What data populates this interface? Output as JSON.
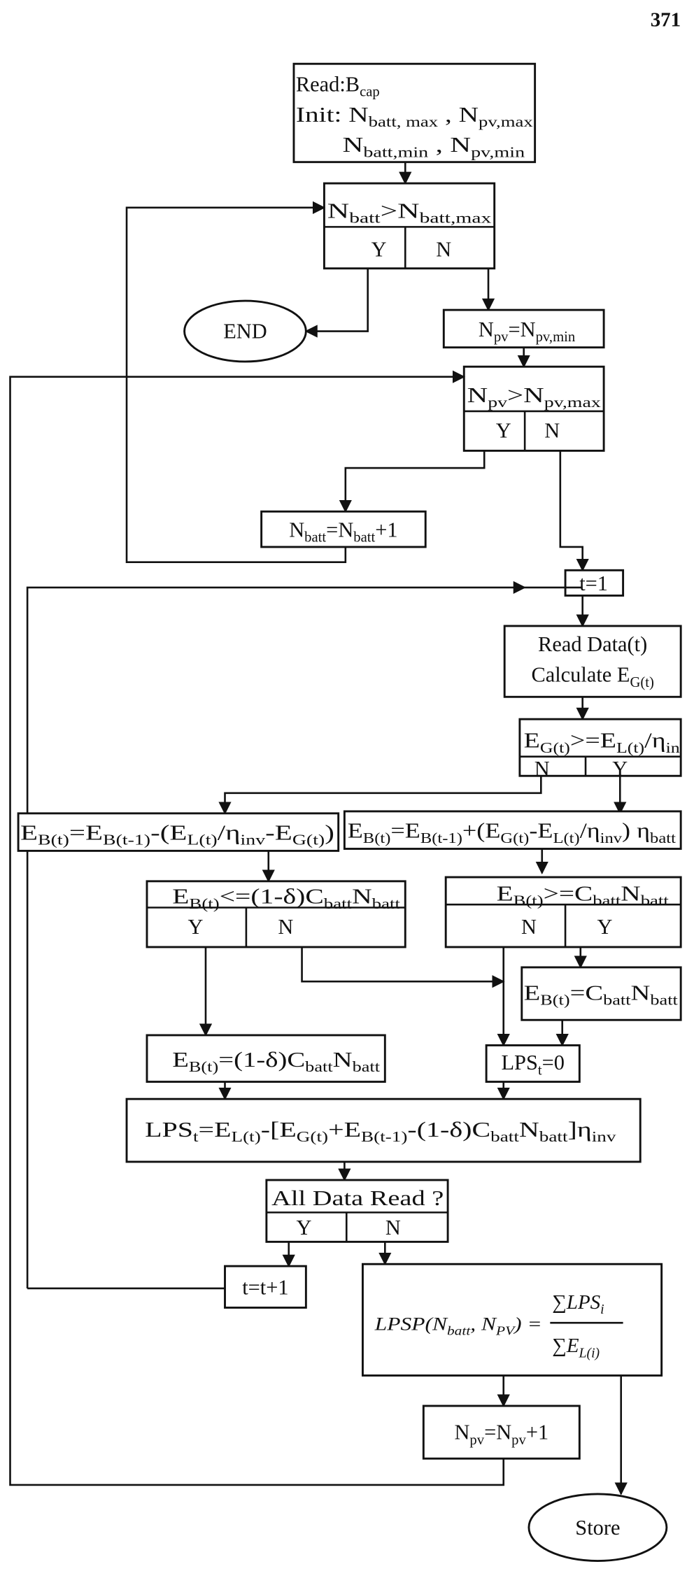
{
  "page_number": "371",
  "start": {
    "line1": [
      [
        "Read:B",
        ""
      ],
      [
        "cap",
        "s"
      ]
    ],
    "line2": [
      [
        "Init: N",
        ""
      ],
      [
        "batt, max",
        "s"
      ],
      [
        " , N",
        ""
      ],
      [
        "pv,max",
        "s"
      ]
    ],
    "line3": [
      [
        "N",
        ""
      ],
      [
        "batt,min",
        "s"
      ],
      [
        " , N",
        ""
      ],
      [
        "pv,min",
        "s"
      ]
    ]
  },
  "decision_batt": {
    "cond": [
      [
        "N",
        ""
      ],
      [
        "batt",
        "s"
      ],
      [
        ">N",
        ""
      ],
      [
        "batt,max",
        "s"
      ]
    ],
    "yes": "Y",
    "no": "N"
  },
  "end": "END",
  "npv_init": [
    [
      "N",
      ""
    ],
    [
      "pv",
      "s"
    ],
    [
      "=N",
      ""
    ],
    [
      "pv,min",
      "s"
    ]
  ],
  "decision_pv": {
    "cond": [
      [
        "N",
        ""
      ],
      [
        "pv",
        "s"
      ],
      [
        ">N",
        ""
      ],
      [
        "pv,max",
        "s"
      ]
    ],
    "yes": "Y",
    "no": "N"
  },
  "nbatt_inc": [
    [
      "N",
      ""
    ],
    [
      "batt",
      "s"
    ],
    [
      "=N",
      ""
    ],
    [
      "batt",
      "s"
    ],
    [
      "+1",
      ""
    ]
  ],
  "t_init": "t=1",
  "read_data": {
    "line1": "Read Data(t)",
    "line2": [
      [
        "Calculate E",
        ""
      ],
      [
        "G(t)",
        "s"
      ]
    ]
  },
  "decision_gen": {
    "cond": [
      [
        "E",
        ""
      ],
      [
        "G(t)",
        "s"
      ],
      [
        ">=E",
        ""
      ],
      [
        "L(t)",
        "s"
      ],
      [
        "/η",
        ""
      ],
      [
        "in",
        "s"
      ]
    ],
    "no": "N",
    "yes": "Y"
  },
  "discharge": [
    [
      "E",
      ""
    ],
    [
      "B(t)",
      "s"
    ],
    [
      "=E",
      ""
    ],
    [
      "B(t-1)",
      "s"
    ],
    [
      "-(E",
      ""
    ],
    [
      "L(t)",
      "s"
    ],
    [
      "/η",
      ""
    ],
    [
      "inv",
      "s"
    ],
    [
      "-E",
      ""
    ],
    [
      "G(t)",
      "s"
    ],
    [
      ")",
      ""
    ]
  ],
  "charge": [
    [
      "E",
      ""
    ],
    [
      "B(t)",
      "s"
    ],
    [
      "=E",
      ""
    ],
    [
      "B(t-1)",
      "s"
    ],
    [
      "+(E",
      ""
    ],
    [
      "G(t)",
      "s"
    ],
    [
      "-E",
      ""
    ],
    [
      "L(t)",
      "s"
    ],
    [
      "/η",
      ""
    ],
    [
      "inv",
      "s"
    ],
    [
      ") η",
      ""
    ],
    [
      "batt",
      "s"
    ]
  ],
  "decision_min": {
    "cond": [
      [
        "E",
        ""
      ],
      [
        "B(t)",
        "s"
      ],
      [
        "<=(1-δ)C",
        ""
      ],
      [
        "batt",
        "s"
      ],
      [
        "N",
        ""
      ],
      [
        "batt",
        "s"
      ]
    ],
    "yes": "Y",
    "no": "N"
  },
  "decision_max": {
    "cond": [
      [
        "E",
        ""
      ],
      [
        "B(t)",
        "s"
      ],
      [
        ">=C",
        ""
      ],
      [
        "batt",
        "s"
      ],
      [
        "N",
        ""
      ],
      [
        "batt",
        "s"
      ]
    ],
    "no": "N",
    "yes": "Y"
  },
  "cap_max": [
    [
      "E",
      ""
    ],
    [
      "B(t)",
      "s"
    ],
    [
      "=C",
      ""
    ],
    [
      "batt",
      "s"
    ],
    [
      "N",
      ""
    ],
    [
      "batt",
      "s"
    ]
  ],
  "cap_min": [
    [
      "E",
      ""
    ],
    [
      "B(t)",
      "s"
    ],
    [
      "=(1-δ)C",
      ""
    ],
    [
      "batt",
      "s"
    ],
    [
      "N",
      ""
    ],
    [
      "batt",
      "s"
    ]
  ],
  "lps_zero": [
    [
      "LPS",
      ""
    ],
    [
      "t",
      "s"
    ],
    [
      "=0",
      ""
    ]
  ],
  "lps_calc": [
    [
      "LPS",
      ""
    ],
    [
      "t",
      "s"
    ],
    [
      "=E",
      ""
    ],
    [
      "L(t)",
      "s"
    ],
    [
      "-[E",
      ""
    ],
    [
      "G(t)",
      "s"
    ],
    [
      "+E",
      ""
    ],
    [
      "B(t-1)",
      "s"
    ],
    [
      "-(1-δ)C",
      ""
    ],
    [
      "batt",
      "s"
    ],
    [
      "N",
      ""
    ],
    [
      "batt",
      "s"
    ],
    [
      "]η",
      ""
    ],
    [
      "inv",
      "s"
    ]
  ],
  "decision_all": {
    "cond": "All Data Read ?",
    "yes": "Y",
    "no": "N"
  },
  "t_inc": "t=t+1",
  "lpsp": {
    "lhs": [
      [
        "LPSP(N",
        ""
      ],
      [
        "batt",
        "s"
      ],
      [
        ", N",
        ""
      ],
      [
        "PV",
        "s"
      ],
      [
        ") =",
        ""
      ]
    ],
    "numerator": [
      [
        "∑LPS",
        ""
      ],
      [
        "i",
        "s"
      ]
    ],
    "denominator": [
      [
        "∑E",
        ""
      ],
      [
        "L(i)",
        "s"
      ]
    ]
  },
  "npv_inc": [
    [
      "N",
      ""
    ],
    [
      "pv",
      "s"
    ],
    [
      "=N",
      ""
    ],
    [
      "pv",
      "s"
    ],
    [
      "+1",
      ""
    ]
  ],
  "store": "Store"
}
